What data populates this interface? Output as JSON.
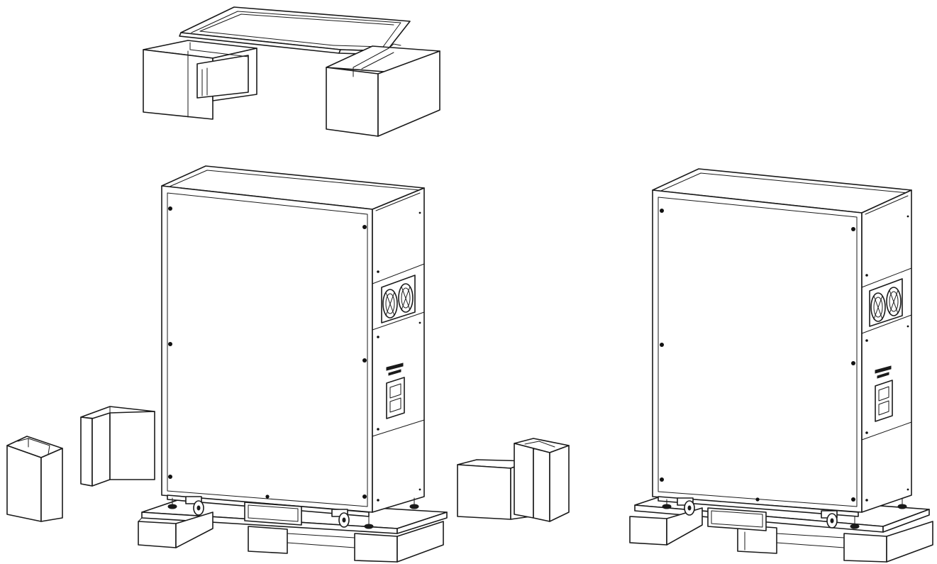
{
  "figure": {
    "description_visible_text": [],
    "colors": {
      "line": "#1a1a1a",
      "background": "#ffffff",
      "fill": "#ffffff"
    },
    "scenes": [
      {
        "id": "packed-unit",
        "parts": [
          "foam-top-lid",
          "foam-top-left-block",
          "foam-top-right-block",
          "cabinet",
          "pallet",
          "foam-corner-left-front",
          "foam-corner-left-back",
          "foam-corner-right-front",
          "foam-corner-right-back"
        ]
      },
      {
        "id": "unpacked-unit",
        "parts": [
          "cabinet",
          "pallet"
        ]
      }
    ]
  }
}
